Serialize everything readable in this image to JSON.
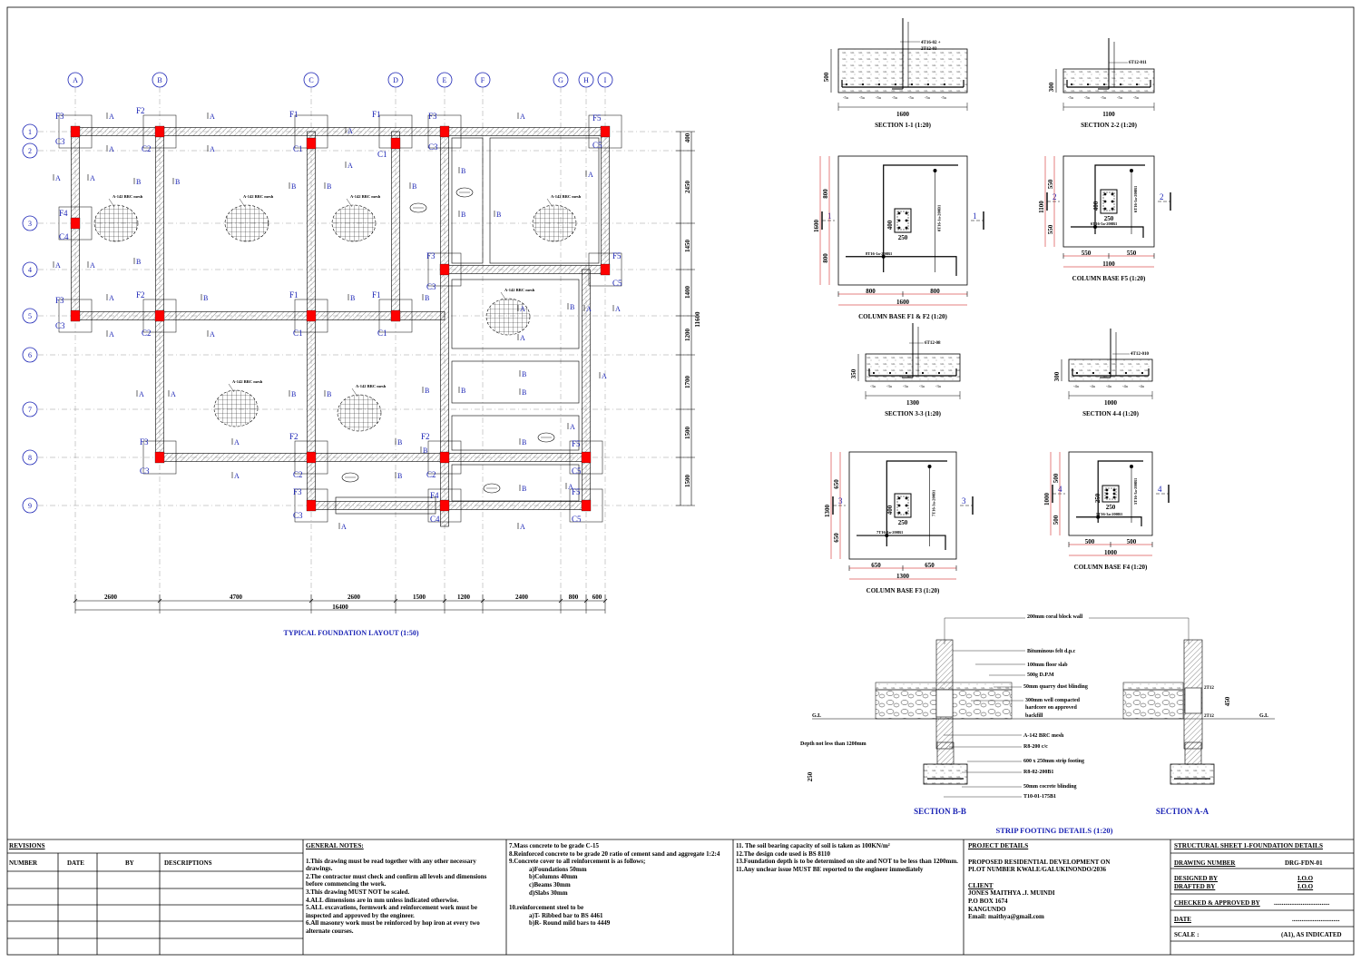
{
  "plan": {
    "title": "TYPICAL FOUNDATION LAYOUT (1:50)",
    "grid_letters": [
      "A",
      "B",
      "C",
      "D",
      "E",
      "F",
      "G",
      "H",
      "I"
    ],
    "grid_numbers": [
      "1",
      "2",
      "3",
      "4",
      "5",
      "6",
      "7",
      "8",
      "9"
    ],
    "bottom_dims": [
      "2600",
      "4700",
      "2600",
      "1500",
      "1200",
      "2400",
      "800",
      "600"
    ],
    "overall_dim": "16400",
    "right_dims": [
      "400",
      "2450",
      "1450",
      "1400",
      "1200",
      "1700",
      "1500",
      "1500"
    ],
    "right_overall": "11600",
    "bases": {
      "f1": "F1",
      "f2": "F2",
      "f3": "F3",
      "f4": "F4",
      "f5": "F5",
      "c1": "C1",
      "c2": "C2",
      "c3": "C3",
      "c4": "C4",
      "c5": "C5"
    },
    "section_marks": {
      "a": "A",
      "b": "B"
    },
    "mesh_label": "A-142 BRC mesh"
  },
  "details": {
    "sec11": {
      "title": "SECTION 1-1 (1:20)",
      "depth": "500",
      "width": "1600",
      "bars_top": "4T16-02 +",
      "bars_top2": "2T12-03",
      "bar": "5a"
    },
    "sec22": {
      "title": "SECTION 2-2 (1:20)",
      "depth": "300",
      "width": "1100",
      "bars": "6T12-011",
      "bar": "5a"
    },
    "col_f1f2": {
      "title": "COLUMN BASE F1 & F2 (1:20)",
      "w": "1600",
      "half_l": "800",
      "half_r": "800",
      "h": "1600",
      "h_top": "800",
      "h_bot": "800",
      "col_h": "400",
      "col_w": "250",
      "bars_b": "8T16-1a-200B1",
      "bars_v": "8T16-1a-200B1",
      "cut": "1",
      "cut_r": "1"
    },
    "col_f5": {
      "title": "COLUMN BASE F5 (1:20)",
      "w": "1100",
      "half_l": "550",
      "half_r": "550",
      "h": "1100",
      "h_top": "550",
      "h_bot": "550",
      "col_h": "400",
      "col_w": "250",
      "bars_b": "6T16-5a-200B1",
      "bars_v": "6T16-5a-200B1",
      "cut": "2",
      "cut_r": "2"
    },
    "sec33": {
      "title": "SECTION 3-3 (1:20)",
      "depth": "350",
      "width": "1300",
      "bars": "6T12-08",
      "bar": "3a"
    },
    "sec44": {
      "title": "SECTION 4-4 (1:20)",
      "depth": "300",
      "width": "1000",
      "bars": "4T12-010",
      "bar": "4a"
    },
    "col_f3": {
      "title": "COLUMN BASE F3 (1:20)",
      "w": "1300",
      "half_l": "650",
      "half_r": "650",
      "h": "1300",
      "h_top": "650",
      "h_bot": "650",
      "col_h": "400",
      "col_w": "250",
      "bars_b": "7T16-3a-200B1",
      "bars_v": "7T16-3a-200B1",
      "cut": "3",
      "cut_r": "3"
    },
    "col_f4": {
      "title": "COLUMN BASE F4 (1:20)",
      "w": "1000",
      "half_l": "500",
      "half_r": "500",
      "h": "1000",
      "h_top": "500",
      "h_bot": "500",
      "col_h": "250",
      "col_w": "250",
      "bars_b": "5T16-3a-200B1",
      "bars_v": "5T16-3a-200B1",
      "cut": "4",
      "cut_r": "4"
    }
  },
  "strip": {
    "title": "STRIP FOOTING DETAILS (1:20)",
    "sec_bb": "SECTION B-B",
    "sec_aa": "SECTION A-A",
    "gl": "G.L",
    "depth_note": "Depth not less than 1200mm",
    "dim_250": "250",
    "dim_450": "450",
    "bar_t12": "2T12",
    "labels": [
      "200mm coral block wall",
      "Bituminous felt d.p.c",
      "100mm floor slab",
      "500g D.P.M",
      "50mm quarry dust blinding",
      "300mm well compacted",
      "hardcore on approved",
      "backfill",
      "A-142 BRC mesh",
      "R8-200 c/c",
      "600 x 250mm strip footing",
      "R8-02-200B1",
      "50mm cocrete blinding",
      "T10-01-175B1"
    ]
  },
  "titleblock": {
    "revisions": {
      "heading": "REVISIONS",
      "columns": [
        "NUMBER",
        "DATE",
        "BY",
        "DESCRIPTIONS"
      ]
    },
    "general_notes": {
      "heading": "GENERAL NOTES:",
      "lines": [
        "1.This drawing must be read together with any other necessary drawings.",
        "2.The contractor must check and confirm all levels and dimensions before commencing the work.",
        "3.This drawing MUST NOT be scaled.",
        "4.ALL dimensions are in mm unless indicated otherwise.",
        "5.ALL excavations, formwork and reinforcement work must be inspected and approved by the engineer.",
        "6.All masonry work must be reinforced by hop iron at every two alternate courses."
      ]
    },
    "notes_2": {
      "lines": [
        "7.Mass concrete to be grade C-15",
        "8.Reinforced concrete to be grade 20 ratio of cement sand and aggregate 1:2:4",
        "9.Concrete cover to all reinforcement is as follows;",
        "a)Foundations 50mm",
        "b)Columns 40mm",
        "c)Beams 30mm",
        "d)Slabs 30mm",
        "10.reinforcement steel to be",
        "a)T- Ribbed bar to BS 4461",
        "b)R- Round mild bars to 4449"
      ]
    },
    "notes_3": {
      "lines": [
        "11. The soil bearing capacity of soil is taken as 100KN/m²",
        "12.The design code used is BS 8110",
        "13.Foundation depth is to be determined on site and NOT to be less than 1200mm.",
        "11.Any unclear issue MUST BE reported to the engineer immediately"
      ]
    },
    "project": {
      "heading": "PROJECT DETAILS",
      "line1": "PROPOSED RESIDENTIAL DEVELOPMENT ON",
      "line2": "PLOT NUMBER KWALE/GALUKINONDO/2036",
      "client_heading": "CLIENT",
      "client_lines": [
        "JONES MAITHYA .J. MUINDI",
        "P.O BOX 1674",
        "KANGUNDO",
        "Email: maithya@gmail.com"
      ]
    },
    "sheet": {
      "heading": "STRUCTURAL SHEET 1-FOUNDATION DETAILS",
      "drawing_number_label": "DRAWING NUMBER",
      "drawing_number": "DRG-FDN-01",
      "designed_by_label": "DESIGNED BY",
      "designed_by": "I.O.O",
      "drafted_by_label": "DRAFTED BY",
      "drafted_by": "I.O.O",
      "checked_label": "CHECKED & APPROVED BY",
      "checked_value": "...................................",
      "date_label": "DATE",
      "date_value": "..............................",
      "scale_label": "SCALE :",
      "scale_value": "(A1), AS INDICATED"
    }
  },
  "colors": {
    "blue": "#1a23b5",
    "red": "#ff0000",
    "line": "#000000",
    "grid": "#9a9a9a"
  }
}
